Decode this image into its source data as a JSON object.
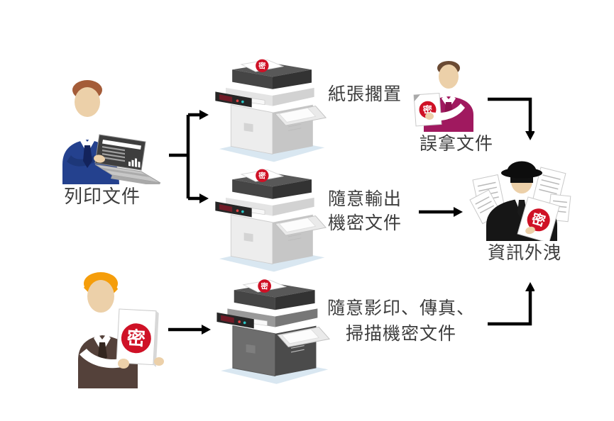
{
  "diagram_title": "confidential-document-leak-risks-via-printers",
  "stamp_char": "密",
  "labels": {
    "print_documents": "列印文件",
    "paper_left_behind": "紙張擱置",
    "wrong_document_taken": "誤拿文件",
    "careless_output_l1": "隨意輸出",
    "careless_output_l2": "機密文件",
    "information_leak": "資訊外洩",
    "careless_copy_l1": "隨意影印、傳真、",
    "careless_copy_l2": "掃描機密文件"
  },
  "icons": {
    "employee-printing-icon": "office worker holding laptop with chart",
    "printer-icon": "isometric multifunction copier with confidential sheet on feeder",
    "employee-wrong-pickup-icon": "worker in magenta vest holding confidential sheet",
    "employee-copying-icon": "worker in brown vest holding large confidential document",
    "spy-icon": "thief in black hat and mask grabbing confidential documents",
    "confidential-stamp": "red circle with white 密 character"
  },
  "colors": {
    "background": "#ffffff",
    "text": "#3d3d3d",
    "arrow": "#000000",
    "stamp_red": "#cf1126",
    "skin": "#ecd0a9",
    "person1_sweater": "#24418e",
    "person1_hair": "#a45c38",
    "person2_vest": "#a0195f",
    "person3_vest": "#54413a",
    "person3_hair": "#f59d0a",
    "spy_coat": "#161616",
    "printer_light_body": "#ededed",
    "printer_dark_body": "#6d6d6d",
    "printer_shadow": "#d9e7f1"
  }
}
